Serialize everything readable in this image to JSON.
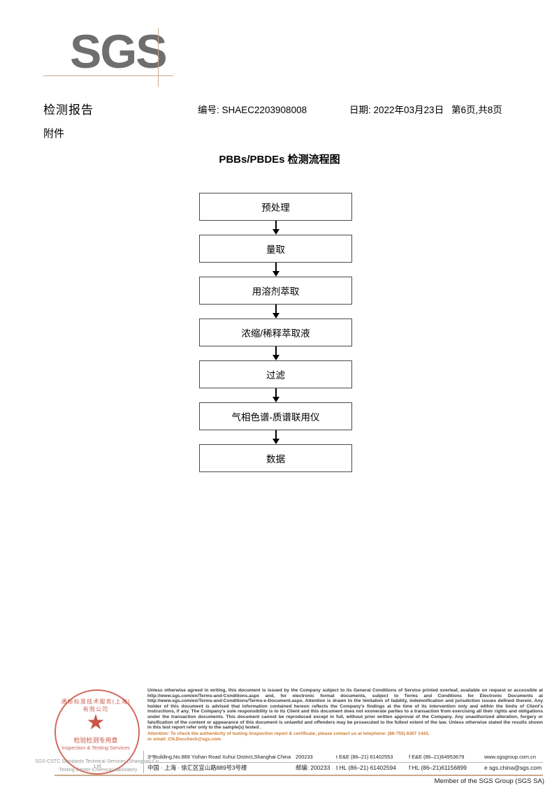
{
  "brand": {
    "logo_text": "SGS"
  },
  "header": {
    "report_title": "检测报告",
    "report_subtitle": "附件",
    "report_no": "编号: SHAEC2203908008",
    "date": "日期: 2022年03月23日",
    "page": "第6页,共8页"
  },
  "flowchart": {
    "title": "PBBs/PBDEs 检测流程图",
    "steps": [
      {
        "label": "预处理"
      },
      {
        "label": "量取"
      },
      {
        "label": "用溶剂萃取"
      },
      {
        "label": "浓缩/稀释萃取液"
      },
      {
        "label": "过滤"
      },
      {
        "label": "气相色谱-质谱联用仪"
      },
      {
        "label": "数据"
      }
    ]
  },
  "stamp": {
    "company_cn": "通标标准技术服务(上海)有限公司",
    "purpose_cn": "检验检测专用章",
    "purpose_en": "Inspection & Testing Services",
    "under_line1": "SGS-CSTC Standards Technical Services (Shanghai) Co., Ltd.",
    "under_line2": "Testing Center-Chemical Laboratory"
  },
  "legal": {
    "paragraph": "Unless otherwise agreed in writing, this document is issued by the Company subject to its General Conditions of Service printed overleaf, available on request or accessible at http://www.sgs.com/en/Terms-and-Conditions.aspx and, for electronic format documents, subject to Terms and Conditions for Electronic Documents at http://www.sgs.com/en/Terms-and-Conditions/Terms-e-Document.aspx. Attention is drawn to the limitation of liability, indemnification and jurisdiction issues defined therein. Any holder of this document is advised that information contained hereon reflects the Company's findings at the time of its intervention only and within the limits of Client's instructions, if any. The Company's sole responsibility is to its Client and this document does not exonerate parties to a transaction from exercising all their rights and obligations under the transaction documents. This document cannot be reproduced except in full, without prior written approval of the Company. Any unauthorized alteration, forgery or falsification of the content or appearance of this document is unlawful and offenders may be prosecuted to the fullest extent of the law. Unless otherwise stated the results shown in this test report refer only to the sample(s) tested .",
    "attention_line1": "Attention: To check the authenticity of testing /inspection report & certificate, please contact us at telephone: (86-755) 8307 1443,",
    "attention_line2": "or email: CN.Doccheck@sgs.com"
  },
  "contact": {
    "address_en": "3ʳᵈBuilding,No.889 Yishan Road Xuhui District,Shanghai China",
    "zip_en": "200233",
    "tel_en": "t E&E (86–21) 61402553",
    "fax_en": "f E&E (86–21)64953679",
    "web": "www.sgsgroup.com.cn",
    "address_cn": "中国 · 上海 · 徐汇区宜山路889号3号楼",
    "zip_cn": "邮编: 200233",
    "tel_cn": "t HL (86–21) 61402594",
    "fax_cn": "f HL (86–21)61156899",
    "email": "e sgs.china@sgs.com",
    "member": "Member of the SGS Group (SGS SA)"
  },
  "colors": {
    "logo_gray": "#6e6e6e",
    "rule_tan": "#c8a98a",
    "stamp_red": "#c0392b",
    "attention_orange": "#cf7a2e"
  }
}
